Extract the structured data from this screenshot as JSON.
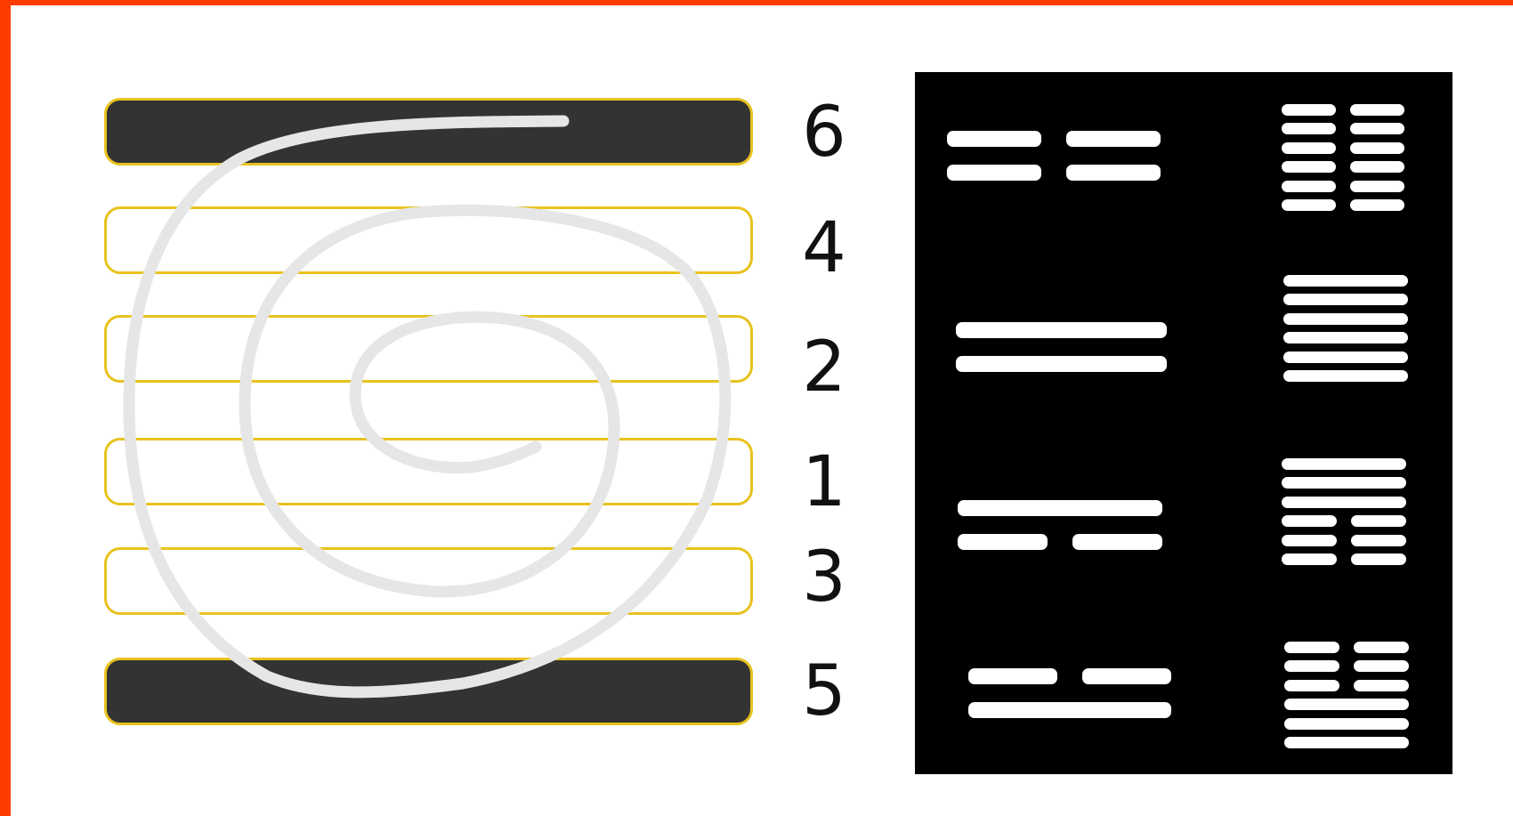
{
  "colors": {
    "accent": "#ff3c00",
    "outline": "#e8c21e",
    "filled": "#333333",
    "spiral": "#e6e6e6"
  },
  "stack": [
    {
      "label": "6",
      "filled": true
    },
    {
      "label": "4",
      "filled": false
    },
    {
      "label": "2",
      "filled": false
    },
    {
      "label": "1",
      "filled": false
    },
    {
      "label": "3",
      "filled": false
    },
    {
      "label": "5",
      "filled": true
    }
  ],
  "panel": {
    "left_column": [
      {
        "lines": [
          "broken",
          "broken"
        ]
      },
      {
        "lines": [
          "solid",
          "solid"
        ]
      },
      {
        "lines": [
          "solid",
          "broken"
        ]
      },
      {
        "lines": [
          "broken",
          "solid"
        ]
      }
    ],
    "right_column": [
      {
        "lines": [
          "broken",
          "broken",
          "broken",
          "broken",
          "broken",
          "broken"
        ]
      },
      {
        "lines": [
          "solid",
          "solid",
          "solid",
          "solid",
          "solid",
          "solid"
        ]
      },
      {
        "lines": [
          "solid",
          "solid",
          "solid",
          "broken",
          "broken",
          "broken"
        ]
      },
      {
        "lines": [
          "broken",
          "broken",
          "broken",
          "solid",
          "solid",
          "solid"
        ]
      }
    ]
  }
}
